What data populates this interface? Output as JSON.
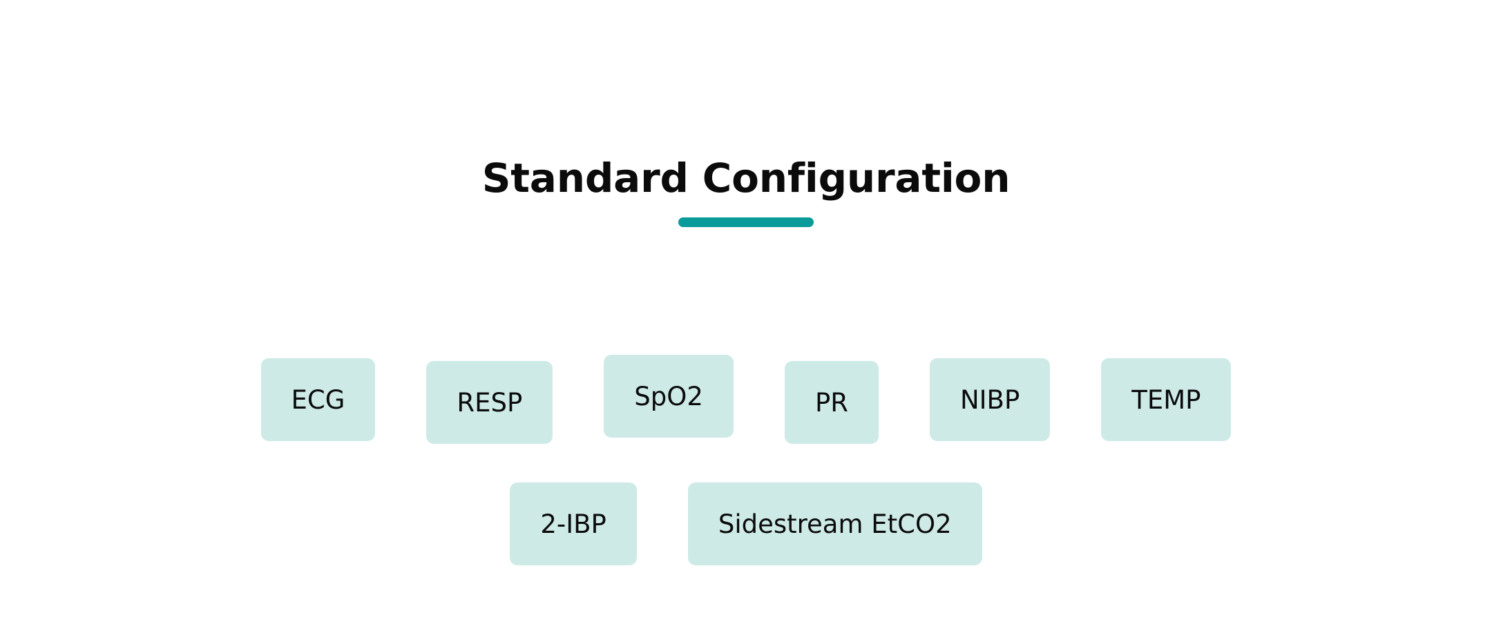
{
  "header": {
    "title": "Standard Configuration",
    "accent_color": "#099a9a"
  },
  "theme": {
    "background": "#ffffff",
    "chip_background": "#cdeae7",
    "text_color": "#0b0b0b",
    "accent": "#099a9a"
  },
  "parameters": {
    "rows": [
      {
        "row_name": "primary-parameters",
        "chips": [
          {
            "label": "ECG"
          },
          {
            "label": "RESP"
          },
          {
            "label": "SpO2"
          },
          {
            "label": "PR"
          },
          {
            "label": "NIBP"
          },
          {
            "label": "TEMP"
          }
        ]
      },
      {
        "row_name": "secondary-parameters",
        "chips": [
          {
            "label": "2-IBP"
          },
          {
            "label": "Sidestream EtCO2"
          }
        ]
      }
    ]
  }
}
